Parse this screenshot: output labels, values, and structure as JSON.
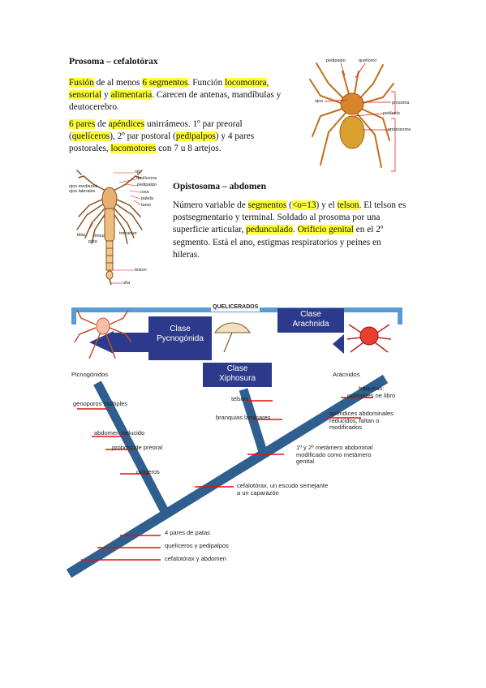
{
  "prosoma": {
    "heading": "Prosoma – cefalotórax",
    "p1": [
      {
        "t": "Fusión",
        "hl": true
      },
      {
        "t": " de al menos ",
        "hl": false
      },
      {
        "t": "6 segmentos",
        "hl": true
      },
      {
        "t": ". Función ",
        "hl": false
      },
      {
        "t": "locomotora",
        "hl": true
      },
      {
        "t": ", ",
        "hl": false
      },
      {
        "t": "sensorial",
        "hl": true
      },
      {
        "t": " y ",
        "hl": false
      },
      {
        "t": "alimentaria",
        "hl": true
      },
      {
        "t": ". Carecen de antenas, mandíbulas y deutocerebro.",
        "hl": false
      }
    ],
    "p2": [
      {
        "t": "6 pares",
        "hl": true
      },
      {
        "t": " de ",
        "hl": false
      },
      {
        "t": "apéndices",
        "hl": true
      },
      {
        "t": " unirrámeos. 1º par preoral (",
        "hl": false
      },
      {
        "t": "quelíceros",
        "hl": true
      },
      {
        "t": "), 2º par postoral (",
        "hl": false
      },
      {
        "t": "pedipalpos",
        "hl": true
      },
      {
        "t": ") y 4 pares postorales, ",
        "hl": false
      },
      {
        "t": "locomotores",
        "hl": true
      },
      {
        "t": " con 7 u 8 artejos.",
        "hl": false
      }
    ]
  },
  "spider_labels": {
    "pedipalpo": "pedipalpo",
    "quelicero": "quelicero",
    "ojos": "ojos",
    "prosoma": "prosoma",
    "pediculo": "pedícelo",
    "opistosoma": "opistosoma"
  },
  "scorpion_labels": {
    "ojo": "ojo",
    "queliceros": "quelíceros",
    "pedipalpo": "pedipalpo",
    "coxa": "coxa",
    "patela": "patela",
    "trocanter": "trocánter",
    "femur": "fémur",
    "tibia": "tibia",
    "tarso": "tarso",
    "telson": "telson",
    "ojos_medianos": "ojos medianos",
    "ojos_laterales": "ojos laterales",
    "pata": "pata",
    "telson2": "telson",
    "uña": "uña"
  },
  "opistosoma": {
    "heading": "Opistosoma – abdomen",
    "p1": [
      {
        "t": "Número variable de ",
        "hl": false
      },
      {
        "t": "segmentos",
        "hl": true
      },
      {
        "t": " (",
        "hl": false
      },
      {
        "t": "<o=13",
        "hl": true
      },
      {
        "t": ") y el ",
        "hl": false
      },
      {
        "t": "telson",
        "hl": true
      },
      {
        "t": ". El telson es postsegmentario y terminal. Soldado al prosoma por una superficie articular, ",
        "hl": false
      },
      {
        "t": "pedunculado",
        "hl": true
      },
      {
        "t": ". ",
        "hl": false
      },
      {
        "t": "Orificio genital",
        "hl": true
      },
      {
        "t": " en el 2º segmento. Está el ano, estigmas respiratorios y peines en hileras.",
        "hl": false
      }
    ]
  },
  "cladogram": {
    "top_label": "QUELICERADOS",
    "clase_pycno": "Clase\nPycnogónida",
    "clase_arach": "Clase\nArachnida",
    "clase_xipho": "Clase\nXiphosura",
    "pycno": "Picnogónidos",
    "arac": "Arácnidos",
    "genoporos": "genoporos múltiples",
    "abdomen_red": "abdomen reducido",
    "proboscide": "probóscide preoral",
    "ovigeros": "ovígeros",
    "telson": "telson",
    "branquias": "branquias laminares",
    "traqueas": "tráqueas:\npulmones ne libro",
    "apendices": "apéndices abdominales\nreducidos, faltan o\nmodificados",
    "metamero": "1º y 2º metámero abdominal\nmodificado como metámero\ngenital",
    "cefalo_escudo": "cefalotórax, un escudo semejante\na un caparazón",
    "pares_patas": "4 pares de patas",
    "queliceros_pedi": "quelíceros y pedipalpos",
    "cefalo_abdomen": "cefalotórax y abdomen"
  },
  "colors": {
    "highlight": "#ffff33",
    "trunk": "#2f5f8f",
    "box": "#2b3a8a",
    "red": "#e01010",
    "bracket": "#5b9bd5"
  }
}
